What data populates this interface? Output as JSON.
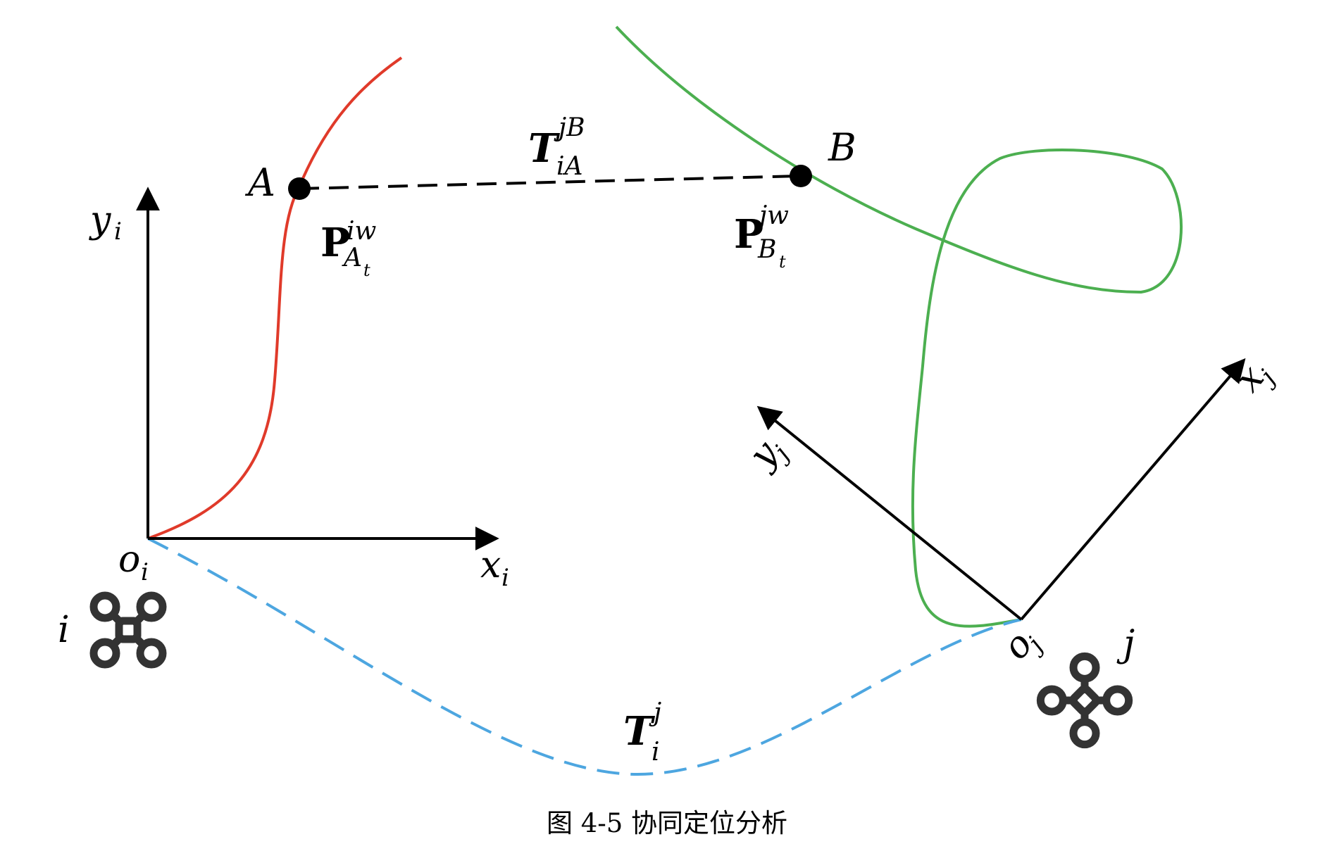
{
  "labels": {
    "point_a": "A",
    "point_b": "B",
    "y_axis_i": "y",
    "y_axis_i_sub": "i",
    "x_axis_i": "x",
    "x_axis_i_sub": "i",
    "origin_i": "o",
    "origin_i_sub": "i",
    "drone_i": "i",
    "y_axis_j": "y",
    "y_axis_j_sub": "j",
    "x_axis_j": "x",
    "x_axis_j_sub": "j",
    "origin_j": "o",
    "origin_j_sub": "j",
    "drone_j": "j",
    "transform_ab_base": "T",
    "transform_ab_sup": "jB",
    "transform_ab_sub": "iA",
    "point_a_pos_base": "P",
    "point_a_pos_sup": "iw",
    "point_a_pos_sub": "A",
    "point_a_pos_subsub": "t",
    "point_b_pos_base": "P",
    "point_b_pos_sup": "jw",
    "point_b_pos_sub": "B",
    "point_b_pos_subsub": "t",
    "transform_ij_base": "T",
    "transform_ij_sup": "j",
    "transform_ij_sub": "i"
  },
  "caption": "图 4-5 协同定位分析",
  "colors": {
    "trajectory_i": "#e03a2a",
    "trajectory_j": "#4caf50",
    "relative_transform": "#4da6e0",
    "axes": "#000000",
    "drone": "#333333"
  },
  "icons": {
    "drone_i": "quadcopter-icon",
    "drone_j": "quadcopter-icon"
  }
}
